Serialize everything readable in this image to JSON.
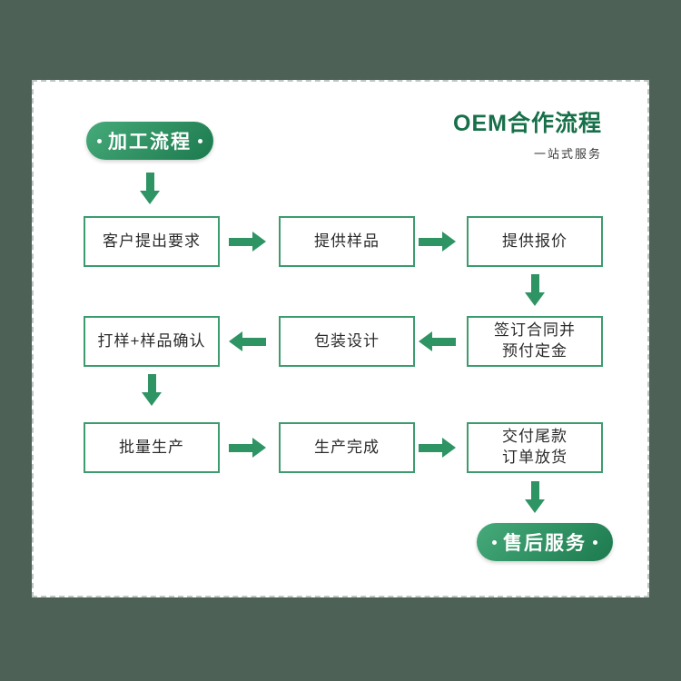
{
  "colors": {
    "background": "#4d6156",
    "accent_green": "#2e9463",
    "box_border_green": "#3d9c6e",
    "title_green": "#17704a",
    "badge_gradient_start": "#46aa7a",
    "badge_gradient_end": "#1c7a4e"
  },
  "header": {
    "badge": "加工流程",
    "title": "OEM合作流程",
    "subtitle": "一站式服务"
  },
  "steps": {
    "s1": "客户提出要求",
    "s2": "提供样品",
    "s3": "提供报价",
    "s4": "打样+样品确认",
    "s5": "包装设计",
    "s6a": "签订合同并",
    "s6b": "预付定金",
    "s7": "批量生产",
    "s8": "生产完成",
    "s9a": "交付尾款",
    "s9b": "订单放货"
  },
  "footer": {
    "badge": "售后服务"
  }
}
